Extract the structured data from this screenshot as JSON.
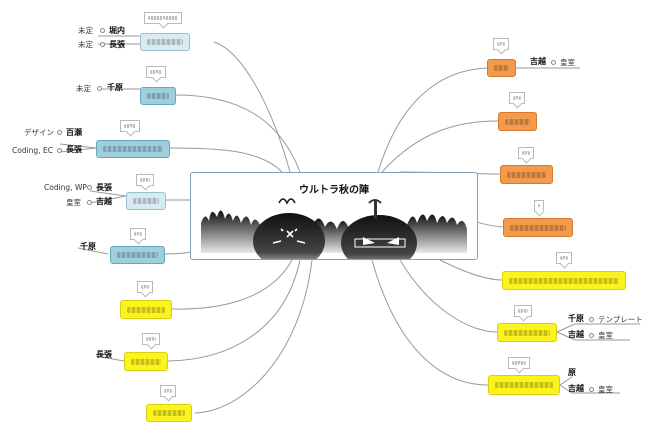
{
  "center": {
    "title": "ウルトラ秋の陣"
  },
  "labels": {
    "l01": "未定",
    "l02": "堀内",
    "l03": "未定",
    "l04": "長張",
    "l05": "未定",
    "l06": "千原",
    "l07": "デザイン",
    "l08": "百瀬",
    "l09": "Coding, EC",
    "l10": "長張",
    "l11": "Coding, WP",
    "l12": "長張",
    "l13": "皇室",
    "l14": "吉越",
    "l15": "千原",
    "l16": "長張",
    "r01": "吉越",
    "r02": "皇室",
    "r03": "千原",
    "r04": "テンプレート",
    "r05": "吉越",
    "r06": "皇室",
    "r07": "原",
    "r08": "吉越",
    "r09": "皇室"
  },
  "colors": {
    "blue": "#9fcfdc",
    "orange": "#f39a4b",
    "yellow": "#fbf31e",
    "line": "#9a9a9a"
  }
}
